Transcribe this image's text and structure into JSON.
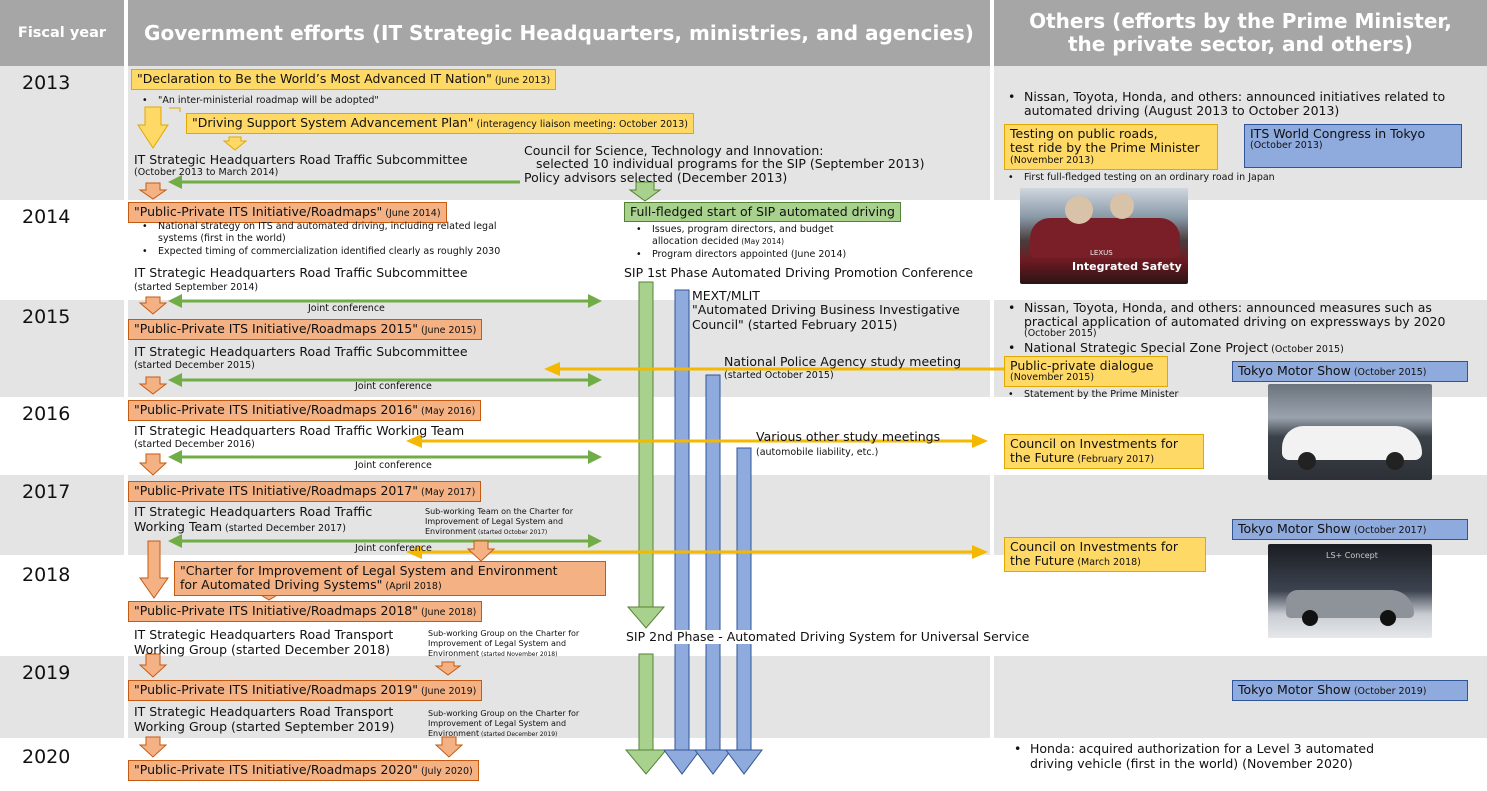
{
  "header": {
    "col1": "Fiscal year",
    "col2": "Government efforts (IT Strategic Headquarters, ministries, and agencies)",
    "col3": "Others (efforts by the Prime Minister, the private sector, and others)"
  },
  "years": [
    "2013",
    "2014",
    "2015",
    "2016",
    "2017",
    "2018",
    "2019",
    "2020"
  ],
  "r2013": {
    "declaration": "\"Declaration to Be the World’s Most Advanced IT Nation\"",
    "declaration_date": " (June 2013)",
    "roadmap_note": "\"An inter-ministerial roadmap will be adopted\"",
    "dssap": "\"Driving Support System Advancement Plan\"",
    "dssap_note": " (interagency liaison meeting: October 2013)",
    "subcommittee": "IT Strategic Headquarters Road Traffic Subcommittee",
    "subcommittee_period": "(October 2013 to March 2014)",
    "council_line1": "Council for Science, Technology and Innovation:",
    "council_line2": "selected 10 individual programs for the SIP (September 2013)",
    "policy": "Policy advisors selected (December 2013)",
    "others_nissan": "Nissan, Toyota, Honda, and others: announced initiatives related to automated driving (August 2013 to October 2013)",
    "testing_line1": "Testing on public roads,",
    "testing_line2": "test ride by the Prime Minister",
    "testing_date": "(November 2013)",
    "its_congress": "ITS World Congress in Tokyo",
    "its_date": "(October 2013)",
    "first_test": "First full-fledged testing on an ordinary road in Japan"
  },
  "r2014": {
    "ppits": "\"Public-Private ITS Initiative/Roadmaps\"",
    "ppits_date": " (June 2014)",
    "b1": "National strategy on ITS and automated driving, including related legal",
    "b1b": "systems (first in the world)",
    "b2": "Expected timing of commercialization identified clearly as roughly 2030",
    "subcommittee": "IT Strategic Headquarters Road Traffic Subcommittee",
    "subcommittee_start": "(started September 2014)",
    "sip_start": "Full-fledged start of SIP automated driving",
    "sip_b1a": "Issues, program directors, and budget",
    "sip_b1b": "allocation decided",
    "sip_b1_date": " (May 2014)",
    "sip_b2": "Program directors appointed (June 2014)",
    "sip_conf": "SIP 1st Phase Automated Driving Promotion Conference",
    "photo_text": "Integrated Safety",
    "photo_brand": "LEXUS"
  },
  "r2015": {
    "joint": "Joint conference",
    "ppits": "\"Public-Private ITS Initiative/Roadmaps 2015\"",
    "ppits_date": " (June 2015)",
    "mext": "MEXT/MLIT",
    "adbic_line1": "\"Automated Driving Business Investigative",
    "adbic_line2": "Council\" (started February 2015)",
    "subcommittee": "IT Strategic Headquarters Road Traffic Subcommittee",
    "subcommittee_start": "(started December 2015)",
    "npa": "National Police Agency study meeting",
    "npa_start": "(started October 2015)",
    "others_nissan_line1": "Nissan, Toyota, Honda, and others: announced measures such as",
    "others_nissan_line2": "practical application of automated driving on expressways by 2020",
    "others_nissan_date": "(October 2015)",
    "nsszp": "National Strategic Special Zone Project",
    "nsszp_date": " (October 2015)",
    "dialogue": "Public-private dialogue",
    "dialogue_date": "(November 2015)",
    "tms": "Tokyo Motor Show",
    "tms_date": " (October 2015)",
    "statement": "Statement by the Prime Minister",
    "joint2": "Joint conference"
  },
  "r2016": {
    "ppits": "\"Public-Private ITS Initiative/Roadmaps 2016\"",
    "ppits_date": " (May 2016)",
    "team": "IT Strategic Headquarters Road Traffic Working Team",
    "team_start": "(started December 2016)",
    "various": "Various other study meetings",
    "various_note": "(automobile liability, etc.)",
    "cif_line1": "Council on Investments for",
    "cif_line2": "the Future",
    "cif_date": " (February 2017)",
    "joint": "Joint conference"
  },
  "r2017": {
    "ppits": "\"Public-Private ITS Initiative/Roadmaps 2017\"",
    "ppits_date": " (May 2017)",
    "team_line1": "IT Strategic Headquarters Road Traffic",
    "team_line2": "Working Team",
    "team_start": " (started December 2017)",
    "sub_line1": "Sub-working Team on the Charter for",
    "sub_line2": "Improvement of Legal System and",
    "sub_line3": "Environment",
    "sub_start": " (started October 2017)",
    "tms": "Tokyo Motor Show",
    "tms_date": " (October 2017)",
    "joint": "Joint conference",
    "cif_line1": "Council on Investments for",
    "cif_line2": "the Future",
    "cif_date": " (March 2018)"
  },
  "r2018": {
    "charter_line1": "\"Charter for Improvement of Legal System and Environment",
    "charter_line2": "for Automated Driving Systems\"",
    "charter_date": " (April 2018)",
    "ppits": "\"Public-Private ITS Initiative/Roadmaps 2018\"",
    "ppits_date": " (June 2018)",
    "group_line1": "IT Strategic Headquarters Road Transport",
    "group_line2": "Working Group (started December 2018)",
    "sub_line1": "Sub-working Group on the Charter for",
    "sub_line2": "Improvement of Legal System and",
    "sub_line3": "Environment",
    "sub_start": " (started November 2018)",
    "sip2": "SIP 2nd Phase - Automated Driving System for Universal Service",
    "photo_text": "LS+ Concept"
  },
  "r2019": {
    "ppits": "\"Public-Private ITS Initiative/Roadmaps 2019\"",
    "ppits_date": " (June 2019)",
    "group_line1": "IT Strategic Headquarters Road Transport",
    "group_line2": "Working Group (started September 2019)",
    "sub_line1": "Sub-working Group on the Charter for",
    "sub_line2": "Improvement of Legal System and",
    "sub_line3": "Environment",
    "sub_start": " (started December 2019)",
    "tms": "Tokyo Motor Show",
    "tms_date": " (October 2019)"
  },
  "r2020": {
    "ppits": "\"Public-Private ITS Initiative/Roadmaps 2020\"",
    "ppits_date": " (July 2020)",
    "honda_line1": "Honda: acquired authorization for a Level 3 automated",
    "honda_line2": "driving vehicle (first in the world) (November 2020)"
  },
  "colors": {
    "header_bg": "#a6a6a6",
    "band_gray": "#e4e4e4",
    "yellow": "#ffd966",
    "salmon": "#f4b183",
    "green": "#a9d18e",
    "blue": "#8faadc",
    "arrow_green": "#70ad47",
    "arrow_yellow": "#f5b800",
    "arrow_orange": "#f4a56c"
  }
}
